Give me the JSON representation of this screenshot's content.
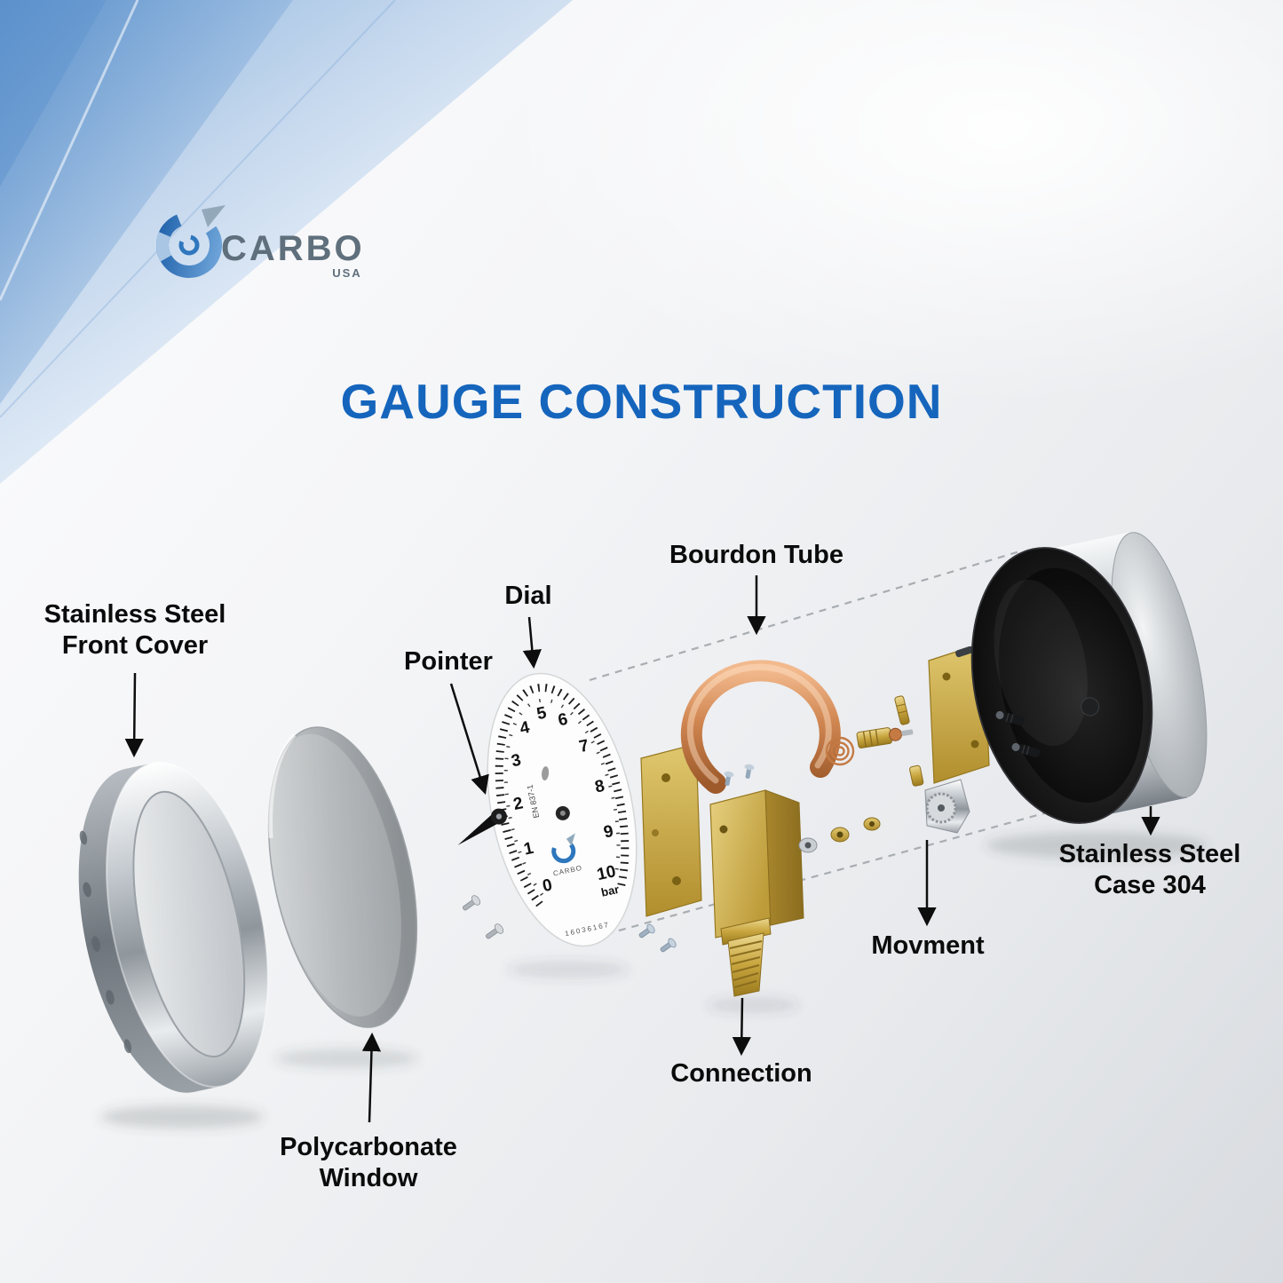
{
  "title": "GAUGE CONSTRUCTION",
  "logo": {
    "brand": "CARBO",
    "country": "USA"
  },
  "labels": {
    "front_cover": {
      "line1": "Stainless Steel",
      "line2": "Front Cover"
    },
    "window": {
      "line1": "Polycarbonate",
      "line2": "Window"
    },
    "pointer": "Pointer",
    "dial": "Dial",
    "bourdon_tube": "Bourdon Tube",
    "connection": "Connection",
    "movement": "Movment",
    "case": {
      "line1": "Stainless Steel",
      "line2": "Case 304"
    }
  },
  "dial_face": {
    "numbers": [
      "0",
      "1",
      "2",
      "3",
      "4",
      "5",
      "6",
      "7",
      "8",
      "9",
      "10"
    ],
    "unit": "bar",
    "standard": "EN 837-1",
    "brand": "CARBO",
    "serial": "16036167"
  },
  "colors": {
    "title_blue": "#1565BD",
    "logo_blue": "#2F77BE",
    "brass": "#C9A23A",
    "copper": "#C87A45",
    "label_black": "#0B0B0B"
  }
}
